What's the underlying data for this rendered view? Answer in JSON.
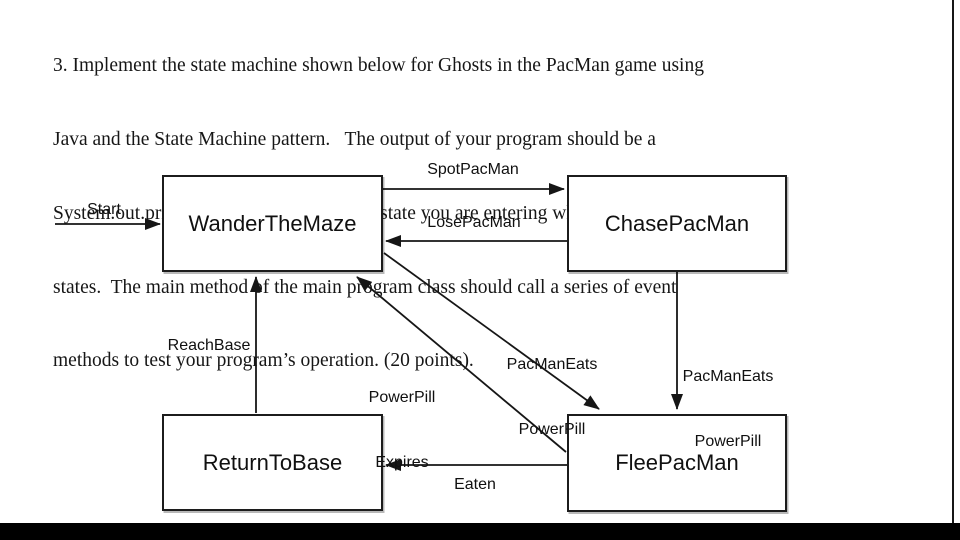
{
  "problem": {
    "lines": [
      "3. Implement the state machine shown below for Ghosts in the PacMan game using",
      "Java and the State Machine pattern.   The output of your program should be a",
      "System.out.println() with the name of the state you are entering when you change",
      "states.  The main method of the main program class should call a series of event",
      "methods to test your program’s operation. (20 points)."
    ]
  },
  "diagram": {
    "type": "state-machine",
    "initial_state": "WanderTheMaze",
    "nodes": [
      {
        "id": "wander",
        "label": "WanderTheMaze"
      },
      {
        "id": "chase",
        "label": "ChasePacMan"
      },
      {
        "id": "return",
        "label": "ReturnToBase"
      },
      {
        "id": "flee",
        "label": "FleePacMan"
      }
    ],
    "edges": [
      {
        "event": "Start",
        "from": "initial",
        "to": "WanderTheMaze"
      },
      {
        "event": "SpotPacMan",
        "from": "WanderTheMaze",
        "to": "ChasePacMan"
      },
      {
        "event": "LosePacMan",
        "from": "ChasePacMan",
        "to": "WanderTheMaze"
      },
      {
        "event": "ReachBase",
        "from": "ReturnToBase",
        "to": "WanderTheMaze"
      },
      {
        "event": "PacManEats PowerPill",
        "from": "WanderTheMaze",
        "to": "FleePacMan",
        "lines": [
          "PacManEats",
          "PowerPill"
        ]
      },
      {
        "event": "PowerPill Expires",
        "from": "FleePacMan",
        "to": "WanderTheMaze",
        "lines": [
          "PowerPill",
          "Expires"
        ]
      },
      {
        "event": "PacManEats PowerPill",
        "from": "ChasePacMan",
        "to": "FleePacMan",
        "lines": [
          "PacManEats",
          "PowerPill"
        ]
      },
      {
        "event": "Eaten",
        "from": "FleePacMan",
        "to": "ReturnToBase"
      }
    ],
    "colors": {
      "line": "#161616",
      "box_border": "#1c1c1c",
      "text": "#101010",
      "background": "#ffffff",
      "bottom_bar": "#000000"
    }
  }
}
